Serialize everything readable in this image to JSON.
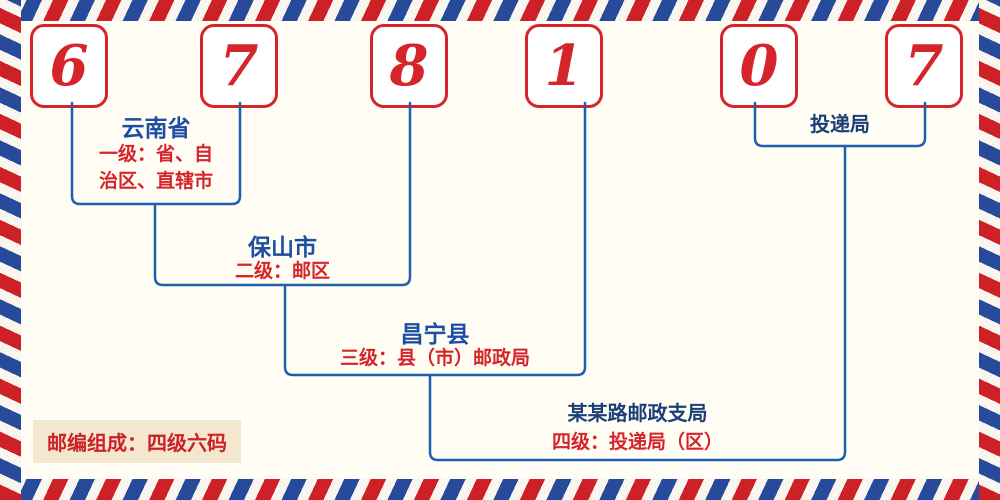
{
  "postal_code": {
    "digits": [
      "6",
      "7",
      "8",
      "1",
      "0",
      "7"
    ]
  },
  "levels": [
    {
      "name": "云南省",
      "desc_lines": [
        "一级：省、自",
        "治区、直辖市"
      ]
    },
    {
      "name": "保山市",
      "desc": "二级：邮区"
    },
    {
      "name": "昌宁县",
      "desc": "三级：县（市）邮政局"
    },
    {
      "name": "某某路邮政支局",
      "desc": "四级：投递局（区）"
    }
  ],
  "delivery_label": "投递局",
  "footer_note": "邮编组成：四级六码",
  "colors": {
    "digit_red": "#d5252b",
    "line_blue": "#1f5fae",
    "name_blue": "#1c4fa1",
    "desc_red": "#d5252b",
    "navy_text": "#1c3f77",
    "badge_bg": "#f3e7cf",
    "background": "#fffdf4",
    "stripe_red": "#ce2127",
    "stripe_blue": "#274b9a"
  }
}
